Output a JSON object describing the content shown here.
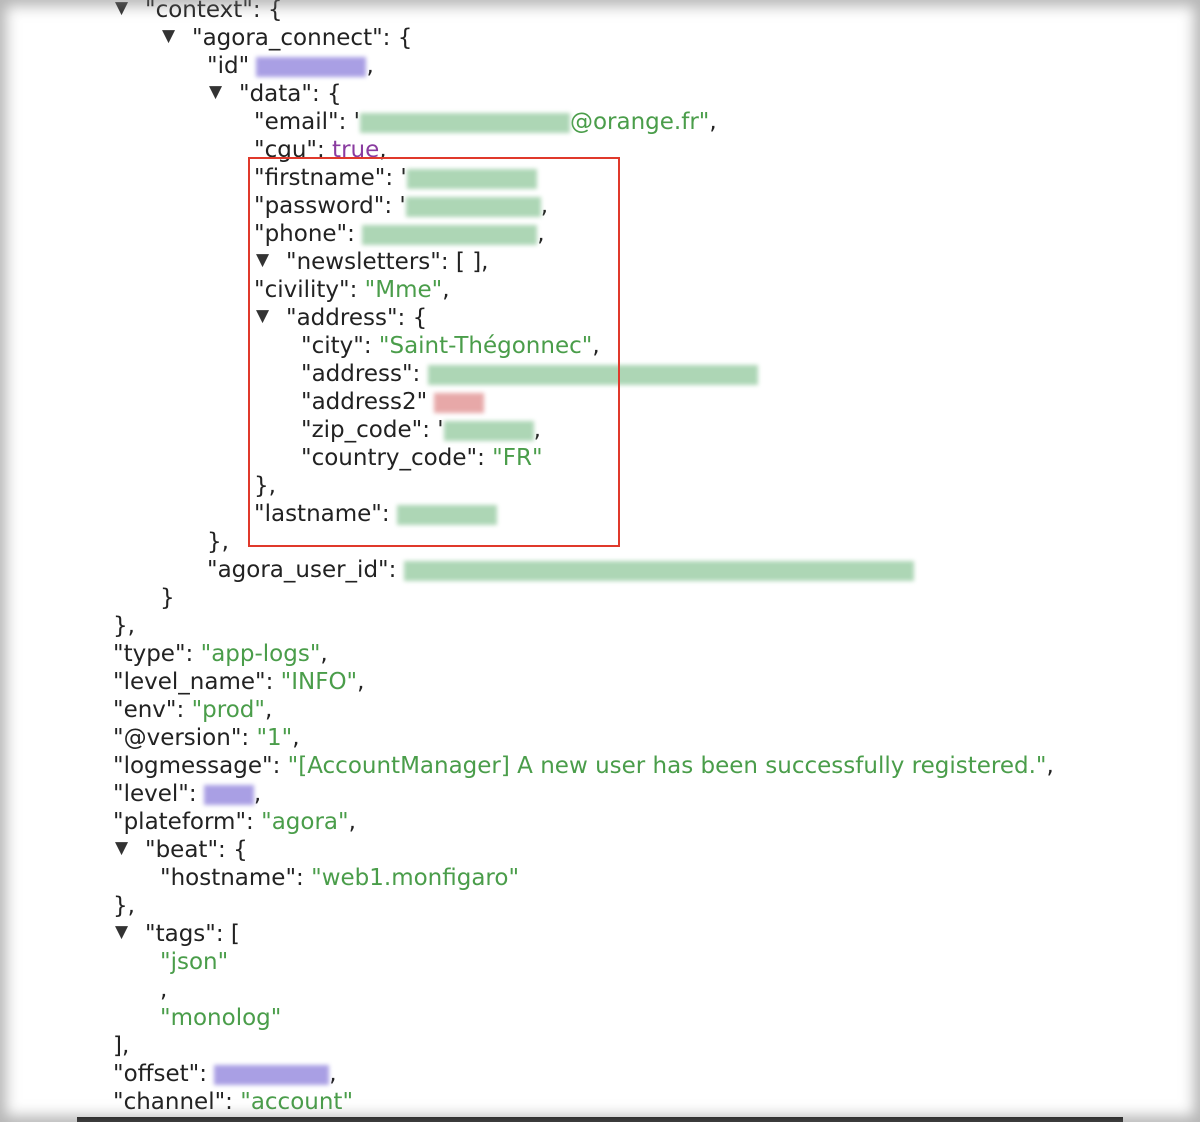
{
  "colors": {
    "string": "#4a9d4a",
    "boolean": "#8a3ca0",
    "highlight_box": "#e0392b",
    "blur_green": "#9fcfa9",
    "blur_purple": "#9b8fe0",
    "blur_red": "#e39a9a"
  },
  "lines": [
    {
      "level": 0,
      "toggle": true,
      "key": "\"context\"",
      "sep": ": ",
      "post": "{"
    },
    {
      "level": 1,
      "toggle": true,
      "key": "\"agora_connect\"",
      "sep": ": ",
      "post": "{"
    },
    {
      "level": 2,
      "key": "\"id\"",
      "sep": " ",
      "blur": "purple",
      "blur_w": 110,
      "post": ","
    },
    {
      "level": 2,
      "toggle": true,
      "key": "\"data\"",
      "sep": ": ",
      "post": "{"
    },
    {
      "level": 3,
      "key": "\"email\"",
      "sep": ": ",
      "pre": "'",
      "blur": "green",
      "blur_w": 210,
      "value": "@orange.fr\"",
      "vtype": "str",
      "post": ","
    },
    {
      "level": 3,
      "key": "\"cgu\"",
      "sep": ": ",
      "value": "true",
      "vtype": "bool",
      "post": ","
    },
    {
      "level": 3,
      "key": "\"firstname\"",
      "sep": ": ",
      "pre": "'",
      "blur": "green",
      "blur_w": 130
    },
    {
      "level": 3,
      "key": "\"password\"",
      "sep": ": ",
      "pre": "'",
      "blur": "green",
      "blur_w": 135,
      "post": ","
    },
    {
      "level": 3,
      "key": "\"phone\"",
      "sep": ": ",
      "blur": "green",
      "blur_w": 175,
      "post": ","
    },
    {
      "level": 3,
      "toggle": true,
      "key": "\"newsletters\"",
      "sep": ": ",
      "post": "[ ],"
    },
    {
      "level": 3,
      "key": "\"civility\"",
      "sep": ": ",
      "value": "\"Mme\"",
      "vtype": "str",
      "post": ","
    },
    {
      "level": 3,
      "toggle": true,
      "key": "\"address\"",
      "sep": ": ",
      "post": "{"
    },
    {
      "level": 4,
      "key": "\"city\"",
      "sep": ": ",
      "value": "\"Saint-Thégonnec\"",
      "vtype": "str",
      "post": ","
    },
    {
      "level": 4,
      "key": "\"address\"",
      "sep": ": ",
      "blur": "green",
      "blur_w": 330
    },
    {
      "level": 4,
      "key": "\"address2\"",
      "sep": " ",
      "blur": "red",
      "blur_w": 50
    },
    {
      "level": 4,
      "key": "\"zip_code\"",
      "sep": ": ",
      "pre": "'",
      "blur": "green",
      "blur_w": 90,
      "post": ","
    },
    {
      "level": 4,
      "key": "\"country_code\"",
      "sep": ": ",
      "value": "\"FR\"",
      "vtype": "str"
    },
    {
      "level": 3,
      "key": "},"
    },
    {
      "level": 3,
      "key": "\"lastname\"",
      "sep": ": ",
      "blur": "green",
      "blur_w": 100
    },
    {
      "level": 2,
      "key": "},"
    },
    {
      "level": 2,
      "key": "\"agora_user_id\"",
      "sep": ": ",
      "blur": "green",
      "blur_w": 510
    },
    {
      "level": 1,
      "key": "}"
    },
    {
      "level": 0,
      "key": "},"
    },
    {
      "level": 0,
      "key": "\"type\"",
      "sep": ": ",
      "value": "\"app-logs\"",
      "vtype": "str",
      "post": ","
    },
    {
      "level": 0,
      "key": "\"level_name\"",
      "sep": ": ",
      "value": "\"INFO\"",
      "vtype": "str",
      "post": ","
    },
    {
      "level": 0,
      "key": "\"env\"",
      "sep": ": ",
      "value": "\"prod\"",
      "vtype": "str",
      "post": ","
    },
    {
      "level": 0,
      "key": "\"@version\"",
      "sep": ": ",
      "value": "\"1\"",
      "vtype": "str",
      "post": ","
    },
    {
      "level": 0,
      "key": "\"logmessage\"",
      "sep": ": ",
      "value": "\"[AccountManager] A new user has been successfully registered.\"",
      "vtype": "str",
      "post": ","
    },
    {
      "level": 0,
      "key": "\"level\"",
      "sep": ": ",
      "blur": "purple",
      "blur_w": 50,
      "post": ","
    },
    {
      "level": 0,
      "key": "\"plateform\"",
      "sep": ": ",
      "value": "\"agora\"",
      "vtype": "str",
      "post": ","
    },
    {
      "level": 0,
      "toggle": true,
      "key": "\"beat\"",
      "sep": ": ",
      "post": "{"
    },
    {
      "level": 1,
      "key": "\"hostname\"",
      "sep": ": ",
      "value": "\"web1.monfigaro\"",
      "vtype": "str"
    },
    {
      "level": 0,
      "key": "},"
    },
    {
      "level": 0,
      "toggle": true,
      "key": "\"tags\"",
      "sep": ": ",
      "post": "["
    },
    {
      "level": 1,
      "value": "\"json\"",
      "vtype": "str"
    },
    {
      "level": 1,
      "key": ","
    },
    {
      "level": 1,
      "value": "\"monolog\"",
      "vtype": "str"
    },
    {
      "level": 0,
      "key": "],"
    },
    {
      "level": 0,
      "key": "\"offset\"",
      "sep": ": ",
      "blur": "purple",
      "blur_w": 115,
      "post": ","
    },
    {
      "level": 0,
      "key": "\"channel\"",
      "sep": ": ",
      "value": "\"account\"",
      "vtype": "str"
    }
  ]
}
